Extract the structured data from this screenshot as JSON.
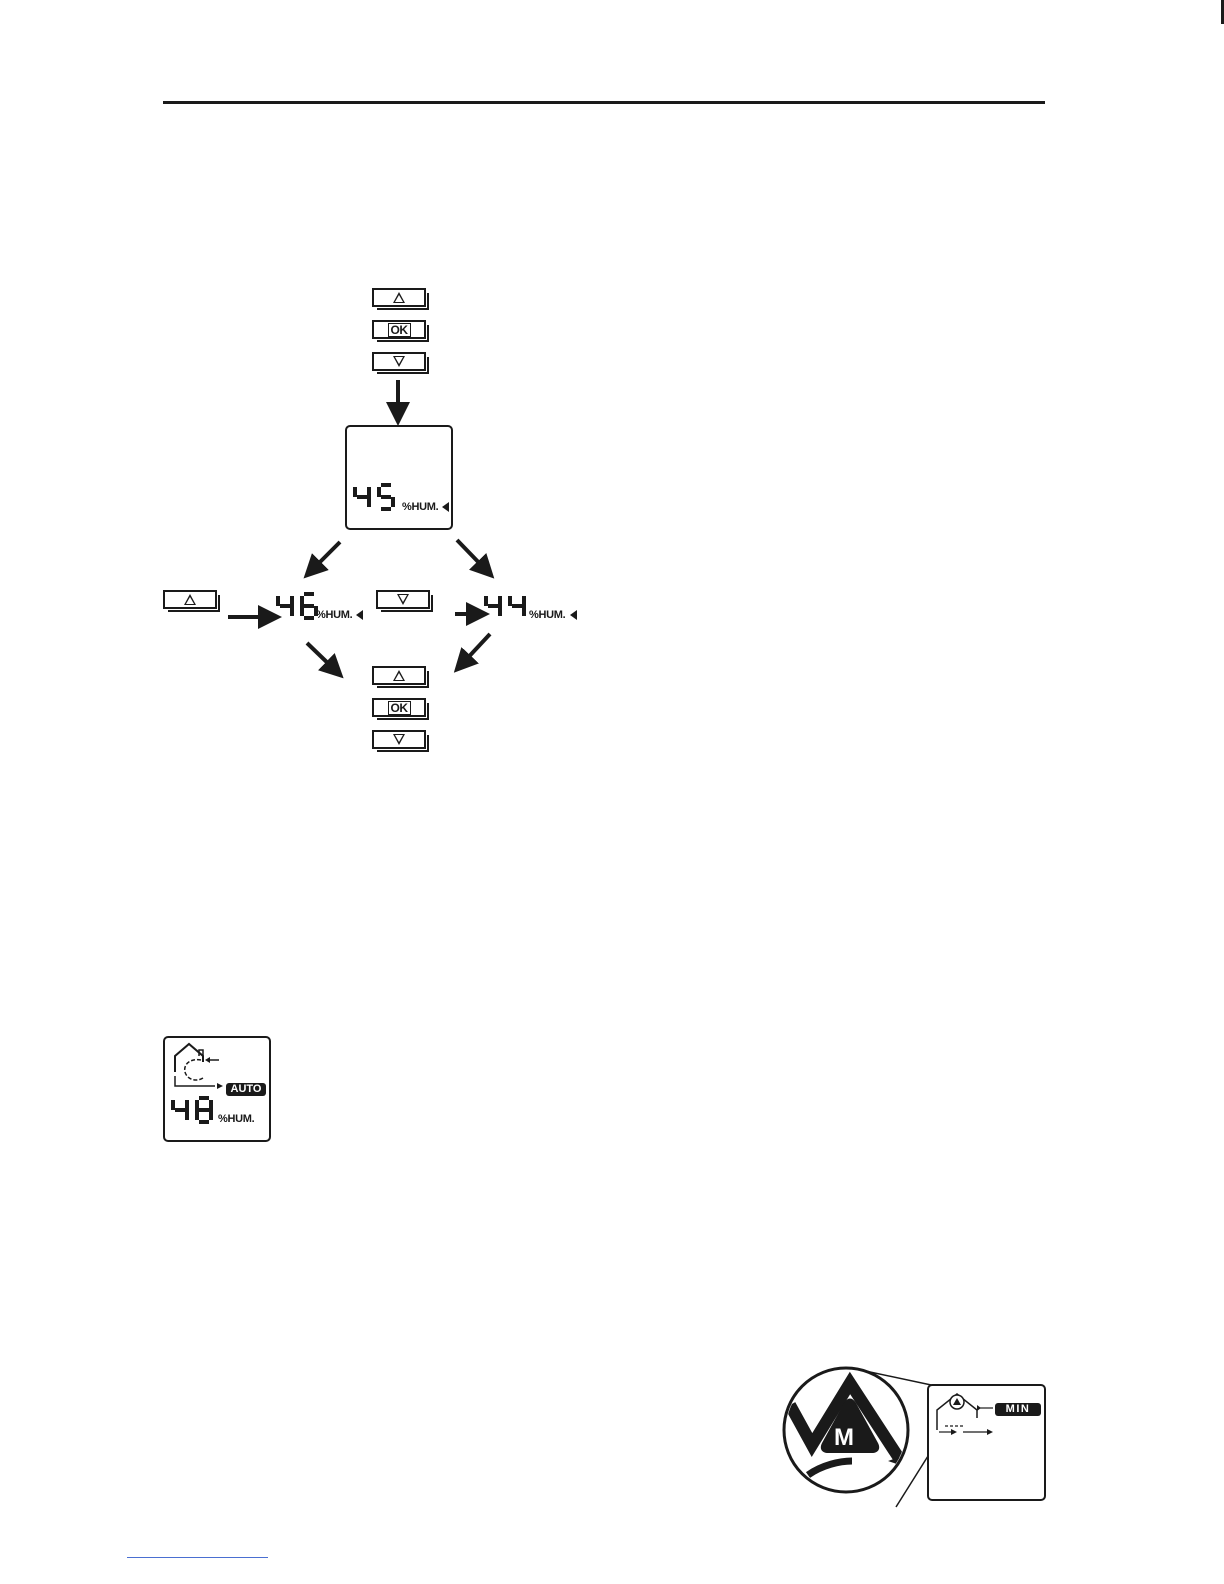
{
  "buttons": {
    "ok_label": "OK"
  },
  "set_display": {
    "value": "45",
    "unit": "%HUM."
  },
  "increase_display": {
    "value": "46",
    "unit": "%HUM."
  },
  "decrease_display": {
    "value": "44",
    "unit": "%HUM."
  },
  "auto_display": {
    "mode_badge": "AUTO",
    "value": "48",
    "unit": "%HUM."
  },
  "magnifier": {
    "letter": "M",
    "mode_badge": "MIN"
  },
  "icons": [
    "up-arrow-icon",
    "down-arrow-icon",
    "house-icon",
    "warning-m-icon",
    "pointer-arrow-icon"
  ]
}
